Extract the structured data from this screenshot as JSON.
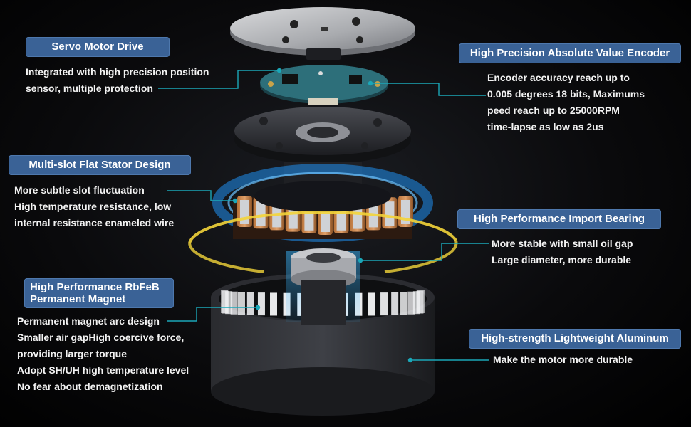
{
  "colors": {
    "badge": "#3a6296",
    "leader": "#1ba7b8",
    "glow_blue": "#1f8ff0",
    "glow_yellow": "#f3d43a",
    "text": "#f2f2f2"
  },
  "callouts": {
    "servo": {
      "title": "Servo Motor Drive",
      "lines": [
        "Integrated with high precision position",
        "sensor, multiple protection"
      ]
    },
    "encoder": {
      "title": "High Precision Absolute Value Encoder",
      "lines": [
        "Encoder accuracy reach up to",
        "0.005 degrees 18 bits, Maximums",
        "peed reach up to 25000RPM",
        "time-lapse as low as 2us"
      ]
    },
    "stator": {
      "title": "Multi-slot Flat Stator Design",
      "lines": [
        "More subtle slot fluctuation",
        "High temperature resistance, low",
        "internal resistance enameled wire"
      ]
    },
    "bearing": {
      "title": "High Performance Import Bearing",
      "lines": [
        "More stable with small oil gap",
        "Large diameter, more durable"
      ]
    },
    "magnet": {
      "title_line1": "High Performance RbFeB",
      "title_line2": "Permanent Magnet",
      "lines": [
        "Permanent magnet arc design",
        "Smaller air gapHigh coercive force,",
        "providing larger torque",
        "Adopt SH/UH high temperature level",
        "No fear about demagnetization"
      ]
    },
    "aluminum": {
      "title": "High-strength Lightweight Aluminum",
      "lines": [
        "Make the motor more durable"
      ]
    }
  }
}
